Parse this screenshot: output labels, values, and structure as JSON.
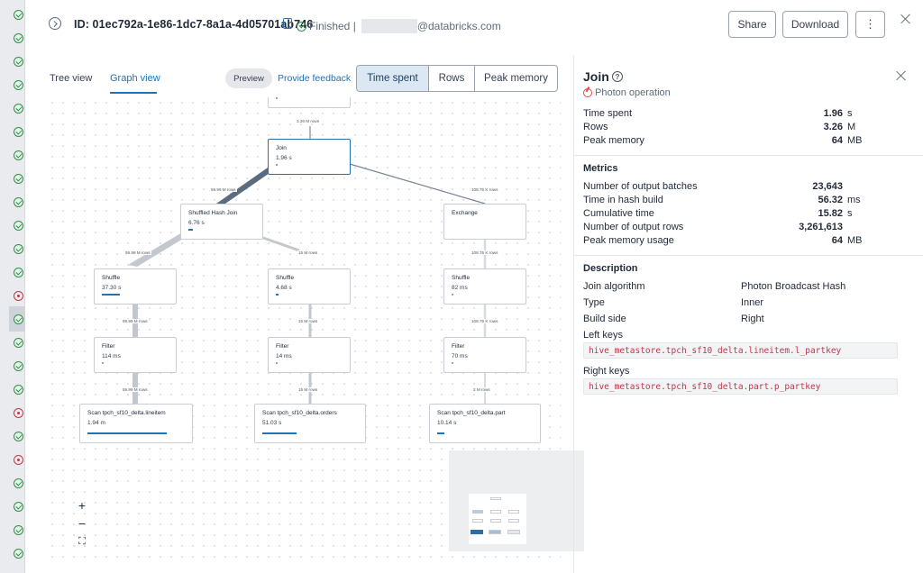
{
  "header": {
    "query_id": "ID: 01ec792a-1e86-1dc7-8a1a-4d05701ab746",
    "status": "Finished |",
    "email_domain": "@databricks.com",
    "share_label": "Share",
    "download_label": "Download",
    "more_label": "⋮"
  },
  "graph": {
    "tabs": [
      "Tree view",
      "Graph view"
    ],
    "active_tab": "Graph view",
    "preview_label": "Preview",
    "feedback_label": "Provide feedback",
    "metric_options": [
      "Time spent",
      "Rows",
      "Peak memory"
    ],
    "selected_metric": "Time spent",
    "nodes": [
      {
        "id": "top",
        "name": "",
        "value": ""
      },
      {
        "id": "join",
        "name": "Join",
        "value": "1.96 s"
      },
      {
        "id": "shj",
        "name": "Shuffled Hash Join",
        "value": "6.76 s"
      },
      {
        "id": "exchange",
        "name": "Exchange",
        "value": ""
      },
      {
        "id": "shuffle1",
        "name": "Shuffle",
        "value": "37.30 s"
      },
      {
        "id": "shuffle2",
        "name": "Shuffle",
        "value": "4.68 s"
      },
      {
        "id": "shuffle3",
        "name": "Shuffle",
        "value": "82 ms"
      },
      {
        "id": "filter1",
        "name": "Filter",
        "value": "114 ms"
      },
      {
        "id": "filter2",
        "name": "Filter",
        "value": "14 ms"
      },
      {
        "id": "filter3",
        "name": "Filter",
        "value": "70 ms"
      },
      {
        "id": "scan1",
        "name": "Scan tpch_sf10_delta.lineitem",
        "value": "1.94 m"
      },
      {
        "id": "scan2",
        "name": "Scan tpch_sf10_delta.orders",
        "value": "51.03 s"
      },
      {
        "id": "scan3",
        "name": "Scan tpch_sf10_delta.part",
        "value": "10.14 s"
      }
    ],
    "edge_labels": {
      "top_join": "3.26 M rows",
      "join_shj": "59.99 M rows",
      "join_exchange": "108.76 K rows",
      "shj_shuffle1": "59.99 M rows",
      "shj_shuffle2": "15 M rows",
      "exchange_shuffle3": "108.76 K rows",
      "shuffle1_filter1": "59.99 M rows",
      "shuffle2_filter2": "15 M rows",
      "shuffle3_filter3": "108.76 K rows",
      "filter1_scan1": "59.99 M rows",
      "filter2_scan2": "15 M rows",
      "filter3_scan3": "2 M rows"
    },
    "zoom_in": "+",
    "zoom_out": "−",
    "fit": "⛶"
  },
  "details": {
    "title": "Join",
    "subtitle": "Photon operation",
    "summary": [
      {
        "label": "Time spent",
        "value": "1.96",
        "unit": "s"
      },
      {
        "label": "Rows",
        "value": "3.26",
        "unit": "M"
      },
      {
        "label": "Peak memory",
        "value": "64",
        "unit": "MB"
      }
    ],
    "metrics_heading": "Metrics",
    "metrics": [
      {
        "label": "Number of output batches",
        "value": "23,643",
        "unit": ""
      },
      {
        "label": "Time in hash build",
        "value": "56.32",
        "unit": "ms"
      },
      {
        "label": "Cumulative time",
        "value": "15.82",
        "unit": "s"
      },
      {
        "label": "Number of output rows",
        "value": "3,261,613",
        "unit": ""
      },
      {
        "label": "Peak memory usage",
        "value": "64",
        "unit": "MB"
      }
    ],
    "description_heading": "Description",
    "description": [
      {
        "label": "Join algorithm",
        "value": "Photon Broadcast Hash"
      },
      {
        "label": "Type",
        "value": "Inner"
      },
      {
        "label": "Build side",
        "value": "Right"
      }
    ],
    "left_keys_label": "Left keys",
    "left_keys": "hive_metastore.tpch_sf10_delta.lineitem.l_partkey",
    "right_keys_label": "Right keys",
    "right_keys": "hive_metastore.tpch_sf10_delta.part.p_partkey"
  },
  "colors": {
    "accent": "#2272b4",
    "success": "#2f8f4a",
    "error": "#c0364a",
    "photon": "#e8453c"
  }
}
